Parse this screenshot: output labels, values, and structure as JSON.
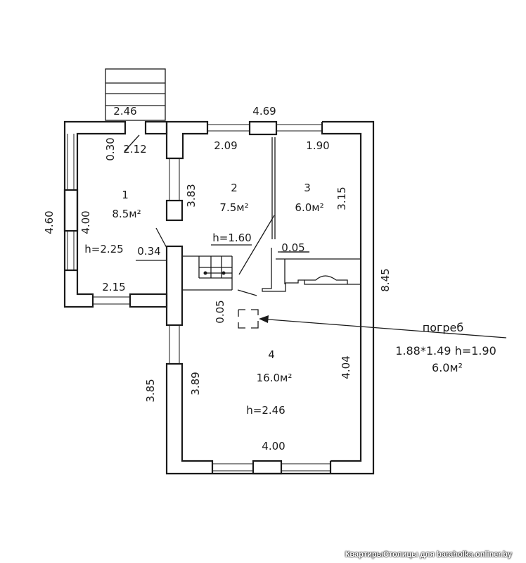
{
  "rooms": {
    "r1": {
      "number": "1",
      "area": "8.5м²",
      "height": "h=2.25"
    },
    "r2": {
      "number": "2",
      "area": "7.5м²"
    },
    "r3": {
      "number": "3",
      "area": "6.0м²"
    },
    "r4": {
      "number": "4",
      "area": "16.0м²",
      "height": "h=2.46"
    }
  },
  "dimensions": {
    "d_246": "2.46",
    "d_469": "4.69",
    "d_030": "0.30",
    "d_212": "2.12",
    "d_209": "2.09",
    "d_190": "1.90",
    "d_460": "4.60",
    "d_400_left": "4.00",
    "d_383": "3.83",
    "d_315": "3.15",
    "d_034": "0.34",
    "d_h160": "h=1.60",
    "d_005_a": "0.05",
    "d_215": "2.15",
    "d_005_b": "0.05",
    "d_845": "8.45",
    "d_385": "3.85",
    "d_389": "3.89",
    "d_404": "4.04",
    "d_400_bottom": "4.00"
  },
  "cellar": {
    "title": "погреб",
    "size": "1.88*1.49 h=1.90",
    "area": "6.0м²"
  },
  "watermark": "КвартирыСтолицы для baraholka.onliner.by"
}
